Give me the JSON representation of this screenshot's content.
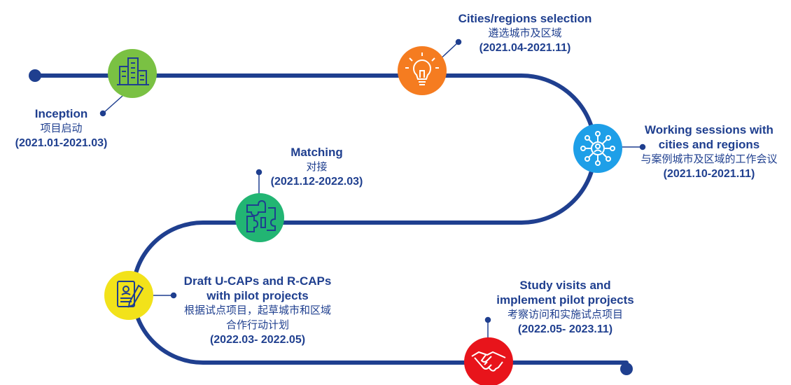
{
  "colors": {
    "road": "#1f3f8f",
    "inception": "#7ac143",
    "selection": "#f57c20",
    "working": "#1e9fe8",
    "matching": "#22b573",
    "draft": "#f2e21a",
    "study": "#e8141b"
  },
  "milestones": [
    {
      "id": "inception",
      "title": "Inception",
      "zh": "项目启动",
      "date": "(2021.01-2021.03)",
      "icon": "buildings-icon"
    },
    {
      "id": "selection",
      "title": "Cities/regions selection",
      "zh": "遴选城市及区域",
      "date": "(2021.04-2021.11)",
      "icon": "lightbulb-icon"
    },
    {
      "id": "working",
      "title_line1": "Working sessions with",
      "title_line2": "cities and regions",
      "zh": "与案例城市及区域的工作会议",
      "date": "(2021.10-2021.11)",
      "icon": "network-person-icon"
    },
    {
      "id": "matching",
      "title": "Matching",
      "zh": "对接",
      "date": "(2021.12-2022.03)",
      "icon": "puzzle-icon"
    },
    {
      "id": "draft",
      "title_line1": "Draft U-CAPs and R-CAPs",
      "title_line2": "with pilot projects",
      "zh_line1": "根据试点项目，起草城市和区域",
      "zh_line2": "合作行动计划",
      "date": "(2022.03- 2022.05)",
      "icon": "document-pen-icon"
    },
    {
      "id": "study",
      "title_line1": "Study visits and",
      "title_line2": "implement pilot projects",
      "zh": "考察访问和实施试点项目",
      "date": "(2022.05- 2023.11)",
      "icon": "handshake-icon"
    }
  ]
}
